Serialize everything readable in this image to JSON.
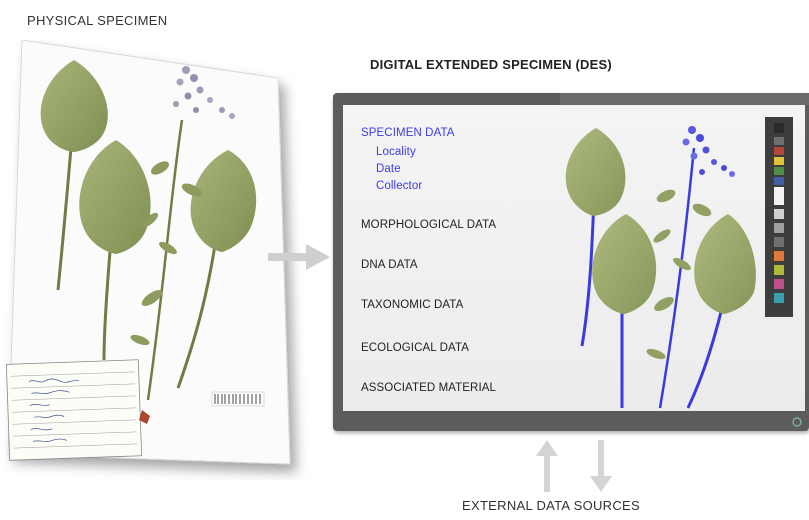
{
  "physical": {
    "title": "PHYSICAL SPECIMEN"
  },
  "des": {
    "title": "DIGITAL EXTENDED SPECIMEN (DES)",
    "specimen_data": {
      "heading": "SPECIMEN DATA",
      "items": [
        "Locality",
        "Date",
        "Collector"
      ]
    },
    "categories": [
      "MORPHOLOGICAL DATA",
      "DNA DATA",
      "TAXONOMIC DATA",
      "ECOLOGICAL DATA",
      "ASSOCIATED MATERIAL"
    ]
  },
  "external": {
    "label": "EXTERNAL DATA SOURCES"
  },
  "colors": {
    "specimen_data_text": "#3b3bea",
    "monitor_frame": "#5c5c5c",
    "screen": "#f0f0f0",
    "leaf": "#9aa86a",
    "stem_blue": "#3a3adf",
    "arrow": "#c8c8c8"
  }
}
